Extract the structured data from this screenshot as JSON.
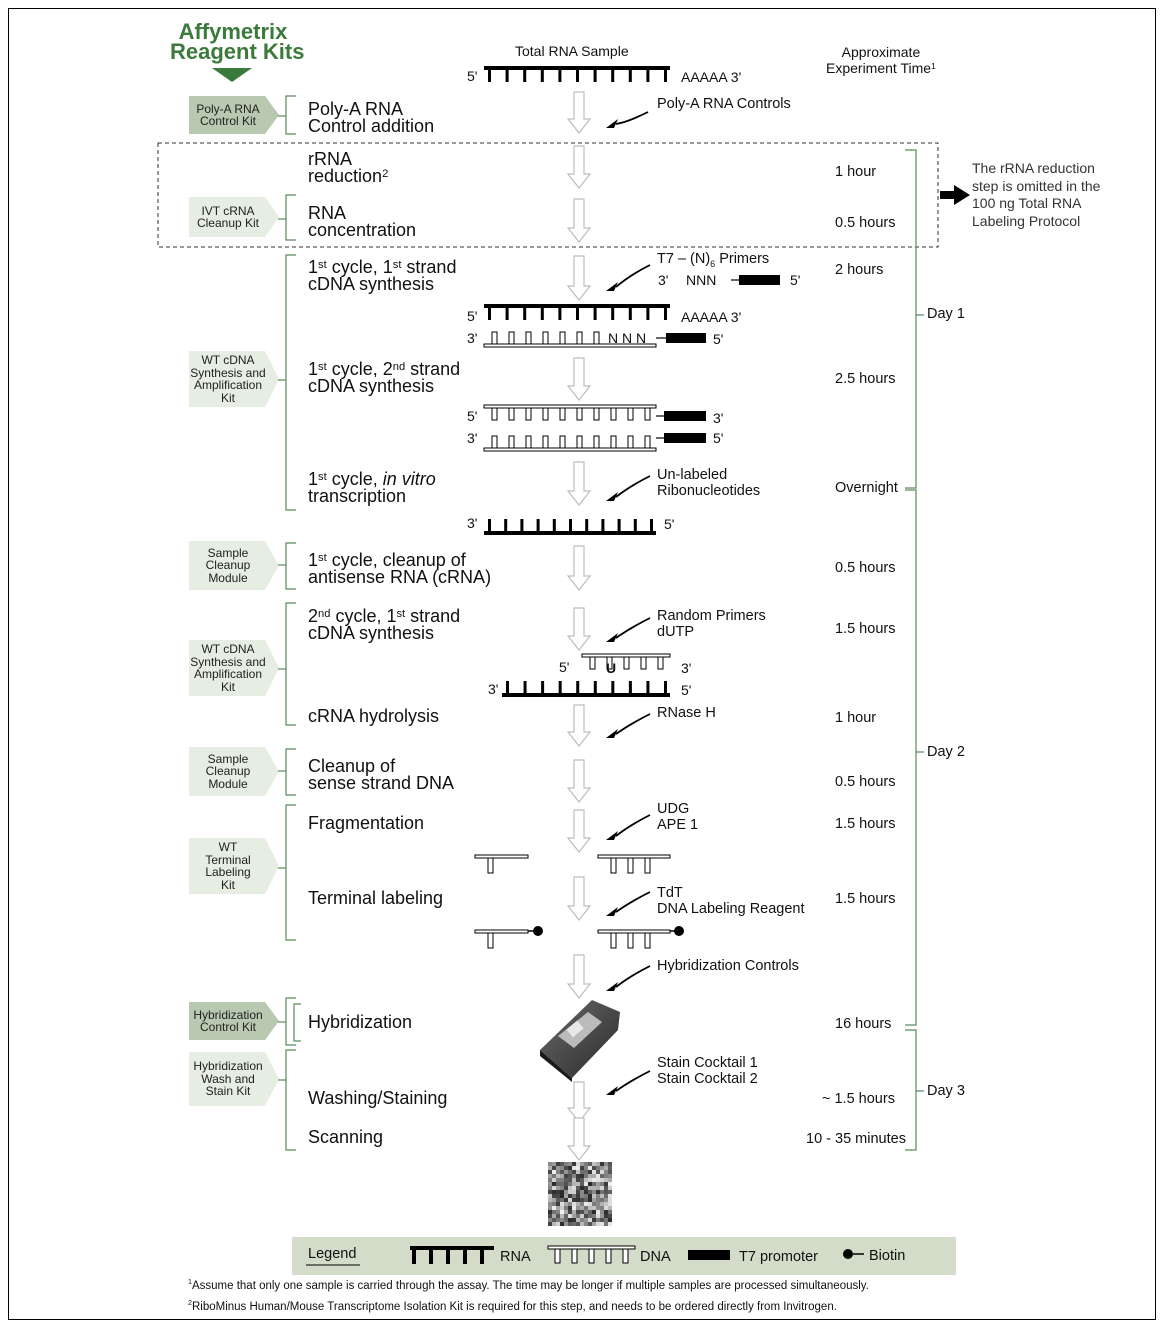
{
  "kits_header": {
    "line1": "Affymetrix",
    "line2": "Reagent Kits"
  },
  "top": {
    "sample_title": "Total RNA Sample",
    "five": "5'",
    "tail": "AAAAA  3'",
    "time_line1": "Approximate",
    "time_line2": "Experiment Time",
    "time_sup": "1"
  },
  "kits": [
    {
      "lines": [
        "Poly-A RNA",
        "Control Kit"
      ]
    },
    {
      "lines": [
        "IVT cRNA",
        "Cleanup Kit"
      ]
    },
    {
      "lines": [
        "WT cDNA",
        "Synthesis and",
        "Amplification",
        "Kit"
      ]
    },
    {
      "lines": [
        "Sample",
        "Cleanup",
        "Module"
      ]
    },
    {
      "lines": [
        "WT cDNA",
        "Synthesis and",
        "Amplification",
        "Kit"
      ]
    },
    {
      "lines": [
        "Sample",
        "Cleanup",
        "Module"
      ]
    },
    {
      "lines": [
        "WT",
        "Terminal",
        "Labeling",
        "Kit"
      ]
    },
    {
      "lines": [
        "Hybridization",
        "Control Kit"
      ]
    },
    {
      "lines": [
        "Hybridization",
        "Wash and",
        "Stain Kit"
      ]
    }
  ],
  "steps": {
    "polya": [
      "Poly-A RNA",
      "Control addition"
    ],
    "rrna1": "rRNA",
    "rrna2": "reduction",
    "rrna_sup": "2",
    "rnaconc": [
      "RNA",
      "concentration"
    ],
    "c1s1": {
      "a": "1",
      "b": "st",
      "c": " cycle, 1",
      "d": "st",
      "e": " strand",
      "line2": "cDNA synthesis"
    },
    "c1s2": {
      "a": "1",
      "b": "st",
      "c": " cycle, 2",
      "d": "nd",
      "e": " strand",
      "line2": "cDNA synthesis"
    },
    "ivt": {
      "a": "1",
      "b": "st",
      "c": " cycle, ",
      "d": "in vitro",
      "line2": "transcription"
    },
    "clean1": {
      "a": "1",
      "b": "st",
      "c": " cycle, cleanup of",
      "line2": "antisense RNA (cRNA)"
    },
    "c2s1": {
      "a": "2",
      "b": "nd",
      "c": " cycle, 1",
      "d": "st",
      "e": " strand",
      "line2": "cDNA synthesis"
    },
    "hydrolysis": "cRNA hydrolysis",
    "cleansense": [
      "Cleanup of",
      "sense strand DNA"
    ],
    "frag": "Fragmentation",
    "termlab": "Terminal labeling",
    "hyb": "Hybridization",
    "wash": "Washing/Staining",
    "scan": "Scanning"
  },
  "reagents": {
    "polya_controls": "Poly-A RNA Controls",
    "t7_a": "T7 – (N)",
    "t7_sub": "6",
    "t7_b": " Primers",
    "unlabeled": [
      "Un-labeled",
      "Ribonucleotides"
    ],
    "random": [
      "Random Primers",
      "dUTP"
    ],
    "rnaseh": "RNase H",
    "udg": [
      "UDG",
      "APE 1"
    ],
    "tdt": [
      "TdT",
      "DNA Labeling Reagent"
    ],
    "hybctrl": "Hybridization Controls",
    "stain": [
      "Stain Cocktail 1",
      "Stain Cocktail 2"
    ]
  },
  "strand_labels": {
    "p3": "3'",
    "p5": "5'",
    "nnn": "NNN",
    "nnn2": "N N N",
    "aaaaa": "AAAAA  3'",
    "u": "U"
  },
  "times": {
    "rrna": "1 hour",
    "rnaconc": "0.5 hours",
    "c1s1": "2 hours",
    "c1s2": "2.5 hours",
    "ivt": "Overnight",
    "clean1": "0.5 hours",
    "c2s1": "1.5 hours",
    "hydrolysis": "1 hour",
    "cleansense": "0.5 hours",
    "frag": "1.5 hours",
    "termlab": "1.5 hours",
    "hyb": "16 hours",
    "wash": "~ 1.5 hours",
    "scan": "10 - 35 minutes"
  },
  "days": {
    "d1": "Day 1",
    "d2": "Day 2",
    "d3": "Day 3"
  },
  "side_note": [
    "The rRNA reduction",
    "step is omitted in the",
    "100 ng Total RNA",
    "Labeling Protocol"
  ],
  "legend": {
    "title": "Legend",
    "rna": "RNA",
    "dna": "DNA",
    "t7": "T7 promoter",
    "biotin": "Biotin"
  },
  "footnotes": {
    "f1_sup": "1",
    "f1": "Assume that only one sample is carried through the assay. The time may be longer if multiple samples are processed simultaneously.",
    "f2_sup": "2",
    "f2": "RiboMinus Human/Mouse Transcriptome Isolation Kit is required for this step, and needs to be ordered directly from Invitrogen."
  },
  "colors": {
    "kit_green_dark": "#b9c8b0",
    "kit_green_light": "#e6ede2",
    "bracket_green": "#5a8a5a",
    "header_green": "#3c7a3c",
    "legend_bg": "#d3dcc9"
  }
}
